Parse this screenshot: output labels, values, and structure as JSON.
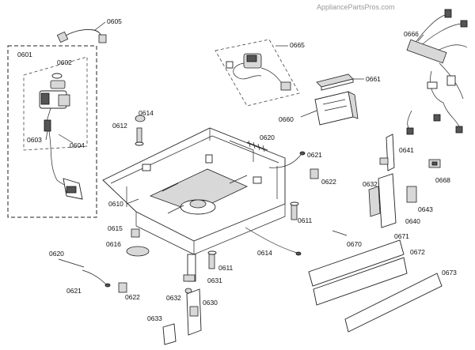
{
  "watermark": "AppliancePartsPros.com",
  "labels": {
    "p0605": "0605",
    "p0601": "0601",
    "p0602": "0602",
    "p0603": "0603",
    "p0604": "0604",
    "p0665": "0665",
    "p0666": "0666",
    "p0661": "0661",
    "p0660": "0660",
    "p0612": "0612",
    "p0614a": "0614",
    "p0620a": "0620",
    "p0621a": "0621",
    "p0622a": "0622",
    "p0641": "0641",
    "p0668": "0668",
    "p0632a": "0632",
    "p0643": "0643",
    "p0640": "0640",
    "p0610": "0610",
    "p0611a": "0611",
    "p0615": "0615",
    "p0616": "0616",
    "p0670": "0670",
    "p0671": "0671",
    "p0672": "0672",
    "p0614b": "0614",
    "p0620b": "0620",
    "p0611b": "0611",
    "p0631": "0631",
    "p0673": "0673",
    "p0621b": "0621",
    "p0622b": "0622",
    "p0632b": "0632",
    "p0630": "0630",
    "p0633": "0633"
  }
}
